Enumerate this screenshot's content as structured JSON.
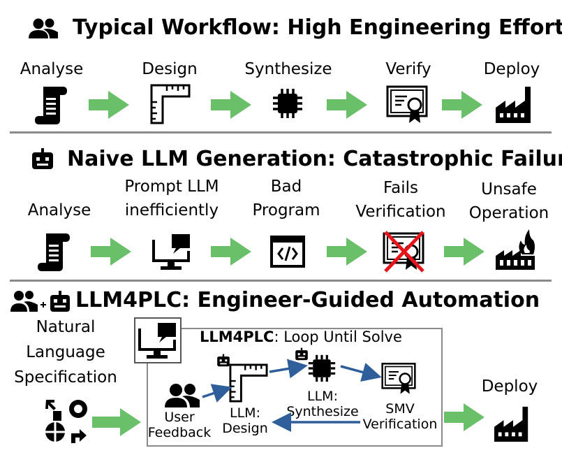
{
  "row1": {
    "title": "Typical  Workflow: High Engineering Effort",
    "steps": [
      "Analyse",
      "Design",
      "Synthesize",
      "Verify",
      "Deploy"
    ]
  },
  "row2": {
    "title": "Naive LLM Generation: Catastrophic Failure",
    "steps": [
      {
        "line1": "Analyse",
        "line2": ""
      },
      {
        "line1": "Prompt LLM",
        "line2": "inefficiently"
      },
      {
        "line1": "Bad",
        "line2": "Program"
      },
      {
        "line1": "Fails",
        "line2": "Verification"
      },
      {
        "line1": "Unsafe",
        "line2": "Operation"
      }
    ]
  },
  "row3": {
    "title": "LLM4PLC: Engineer-Guided Automation",
    "spec": [
      "Natural",
      "Language",
      "Specification"
    ],
    "loop_title_bold": "LLM4PLC",
    "loop_title_rest": ": Loop Until Solve",
    "user_feedback": [
      "User",
      "Feedback"
    ],
    "llm_design": [
      "LLM:",
      "Design"
    ],
    "llm_synth": [
      "LLM:",
      "Synthesize"
    ],
    "smv": [
      "SMV",
      "Verification"
    ],
    "deploy": "Deploy"
  },
  "colors": {
    "arrow_green": "#6abf69",
    "loop_arrow_blue": "#2e5f9a",
    "fail_red": "#e8141c",
    "separator": "#8a8a8a"
  }
}
